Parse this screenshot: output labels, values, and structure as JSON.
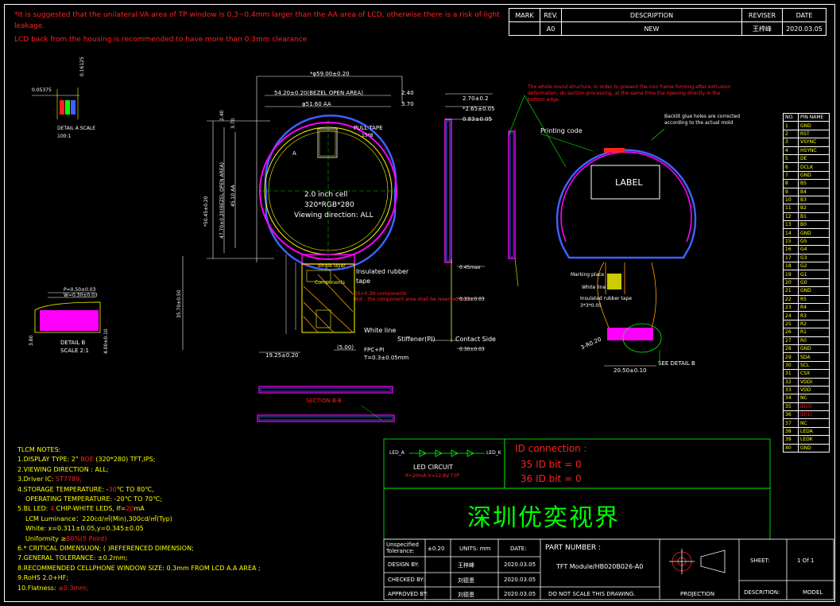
{
  "top_notes": {
    "line1": "*It is suggested that the unilateral VA area of TP window is 0.3~0.4mm larger than the AA area of LCD, otherwise there is a risk of light leakage.",
    "line1a": "*It is suggested that the unilateral VA area of TP window is 0.3~0.4mm larger than the AA area of LCD, otherwise there is a risk of light",
    "line1b": "leakage.",
    "line2": "LCD back from the housing is recommended to have more than 0.3mm clearance"
  },
  "revision_table": {
    "headers": [
      "MARK",
      "REV.",
      "DESCRIPTION",
      "REVISER",
      "DATE"
    ],
    "row": [
      "",
      "A0",
      "NEW",
      "王梓峰",
      "2020.03.05"
    ]
  },
  "detail_a": {
    "dim1": "0.05375",
    "dim2": "0.16125",
    "label": "DETAIL A SCALE",
    "scale": "100:1"
  },
  "front_view": {
    "dim_outer": "*φ59.00±0.20",
    "dim_bezel": "54.20±0.20(BEZEL OPEN AREA)",
    "dim_aa": "φ51.60 AA",
    "dim_240": "2.40",
    "dim_370": "3.70",
    "dim_v1": "2.40",
    "dim_v2": "3.70",
    "dim_v3": "47.70±0.20(BEZEL OPEN AREA)",
    "dim_v4": "45.10 AA",
    "dim_v5": "*50.45±0.20",
    "pull_tape": "PULL TAPE",
    "pull_tape2": "15*8",
    "marker_a": "A",
    "center1": "2.0 inch cell",
    "center2": "320*RGB*280",
    "center3": "Viewing direction: ALL"
  },
  "lower_annotations": {
    "insulated": "Insulated rubber",
    "tape": "tape",
    "white_line": "White line",
    "stiffener": "Stiffener(PI)",
    "contact": "Contact Side",
    "fpc": "FPC+PI",
    "fpc_t": "T=0.3±0.05mm",
    "dim_1925": "19.25±0.20",
    "dim_500": "(5.00)",
    "dim_long": "35.70±0.50",
    "comp_note": "SS=0.3H components\nNot : the component area shall be reserved 3mm",
    "comp_label": "Components",
    "single_layer": "single layer"
  },
  "side_view": {
    "dim_270": "2.70±0.2",
    "dim_265": "*2.65±0.05",
    "dim_083": "0.83±0.05",
    "dim_045": "0.45max",
    "dim_033": "0.33±0.03",
    "dim_030": "0.30±0.03"
  },
  "rear_view": {
    "note_red": "The whole round structure, in order to present the iron frame forming after extrusion deformation, do section processing, at the same time the opening directly in the bottom edge.",
    "printing_code": "Printing code",
    "backlit_note": "Backlit glue holes are corrected according to the actual mold",
    "label": "LABEL",
    "dim_2050": "20.50±0.10",
    "dim_r": "3-R0.20",
    "see_detail": "SEE DETAIL B",
    "small1": "Marking place",
    "small2": "White line",
    "small3": "Insulated rubber tape",
    "small4": "3*3*0.05"
  },
  "detail_b": {
    "p1": "P=0.50±0.03",
    "p2": "W=0.30±0.03",
    "label": "DETAIL B",
    "scale": "SCALE 2:1",
    "d1": "3.80",
    "d2": "4.00±0.10"
  },
  "section": {
    "label": "SECTION B-B"
  },
  "tlcm_notes": {
    "title": "TLCM NOTES:",
    "l1a": "1.DISPLAY TYPE: 2\" ",
    "l1b": "BOE",
    "l1c": " (320*280) TFT,IPS;",
    "l2": "2.VIEWING DIRECTION : ALL;",
    "l3a": "3.Driver IC: ",
    "l3b": "ST7789;",
    "l4a": "4.STORAGE TEMPERATURE: -",
    "l4b": "30",
    "l4c": "℃ TO 80℃,",
    "l5": "OPERATING TEMPERATURE: -20℃ TO 70℃;",
    "l6a": "5.BL LED: ",
    "l6b": "4",
    "l6c": " CHIP-WHITE LEDS, If=",
    "l6d": "20",
    "l6e": "mA",
    "l7": "LCM Luminance：220cd/㎡(Min),300cd/㎡(Typ)",
    "l8": "White: x=0.311±0.05,y=0.345±0.05",
    "l9a": "Uniformity ≥",
    "l9b": "80%(5 Point)",
    "l10": "6.* CRITICAL DIMENSUON; ( )REFERENCED DIMENSION;",
    "l11": "7.GENERAL TOLERANCE: ±0.2mm;",
    "l12": "8.RECOMMENDED CELLPHONE WINDOW SIZE: 0.3mm FROM LCD A.A AREA ;",
    "l13": "9.RoHS 2.0+HF;",
    "l14a": "10.Flatness: ",
    "l14b": "≤0.3mm;"
  },
  "led_circuit": {
    "left": "LED_A",
    "right": "LED_K",
    "title": "LED CIRCUIT",
    "spec": "If=20mA  V=12.8V TYP"
  },
  "id_connection": {
    "title": "ID connection :",
    "b35": "35 ID bit = 0",
    "b36": "36 ID bit = 0"
  },
  "company": "深圳优奕视界",
  "title_block": {
    "unspec": "Unspecified Tolerance:",
    "tol": "±0.20",
    "units": "UNITS: mm",
    "date_h": "DATE:",
    "part_h": "PART NUMBER :",
    "part": "TFT Module/HB020B026-A0",
    "design": "DESIGN BY:",
    "design_n": "王梓峰",
    "design_d": "2020.03.05",
    "checked": "CHECKED BY:",
    "checked_n": "刘德恩",
    "checked_d": "2020.03.05",
    "approved": "APPROVED BY:",
    "approved_n": "刘德恩",
    "approved_d": "2020.03.05",
    "noscale": "DO NOT SCALE THIS DRAWING.",
    "projection": "PROJECTION",
    "sheet_h": "SHEET:",
    "sheet": "1 Of 1",
    "desc_h": "DESCRITION:",
    "desc": "MODEL"
  },
  "pin_table": {
    "header": [
      "NO.",
      "PIN NAME"
    ],
    "pins": [
      [
        "1",
        "GND"
      ],
      [
        "2",
        "RST"
      ],
      [
        "3",
        "VSYNC"
      ],
      [
        "4",
        "HSYNC"
      ],
      [
        "5",
        "DE"
      ],
      [
        "6",
        "DCLK"
      ],
      [
        "7",
        "GND"
      ],
      [
        "8",
        "B5"
      ],
      [
        "9",
        "B4"
      ],
      [
        "10",
        "B3"
      ],
      [
        "11",
        "B2"
      ],
      [
        "12",
        "B1"
      ],
      [
        "13",
        "B0"
      ],
      [
        "14",
        "GND"
      ],
      [
        "15",
        "G5"
      ],
      [
        "16",
        "G4"
      ],
      [
        "17",
        "G3"
      ],
      [
        "18",
        "G2"
      ],
      [
        "19",
        "G1"
      ],
      [
        "20",
        "G0"
      ],
      [
        "21",
        "GND"
      ],
      [
        "22",
        "R5"
      ],
      [
        "23",
        "R4"
      ],
      [
        "24",
        "R3"
      ],
      [
        "25",
        "R2"
      ],
      [
        "26",
        "R1"
      ],
      [
        "27",
        "R0"
      ],
      [
        "28",
        "GND"
      ],
      [
        "29",
        "SDA"
      ],
      [
        "30",
        "SCL"
      ],
      [
        "31",
        "CSX"
      ],
      [
        "32",
        "VDDI"
      ],
      [
        "33",
        "VDD"
      ],
      [
        "34",
        "NC"
      ],
      [
        "35",
        "ID(0)"
      ],
      [
        "36",
        "ID(1)"
      ],
      [
        "37",
        "NC"
      ],
      [
        "38",
        "LEDA"
      ],
      [
        "39",
        "LEDK"
      ],
      [
        "40",
        "GND"
      ]
    ],
    "highlight": [
      "35",
      "36"
    ]
  },
  "colors": {
    "red": "#ff2020",
    "yellow": "#ffff00",
    "green": "#00ff00",
    "magenta": "#ff00ff",
    "cyan": "#00ffff",
    "blue": "#4060ff"
  }
}
